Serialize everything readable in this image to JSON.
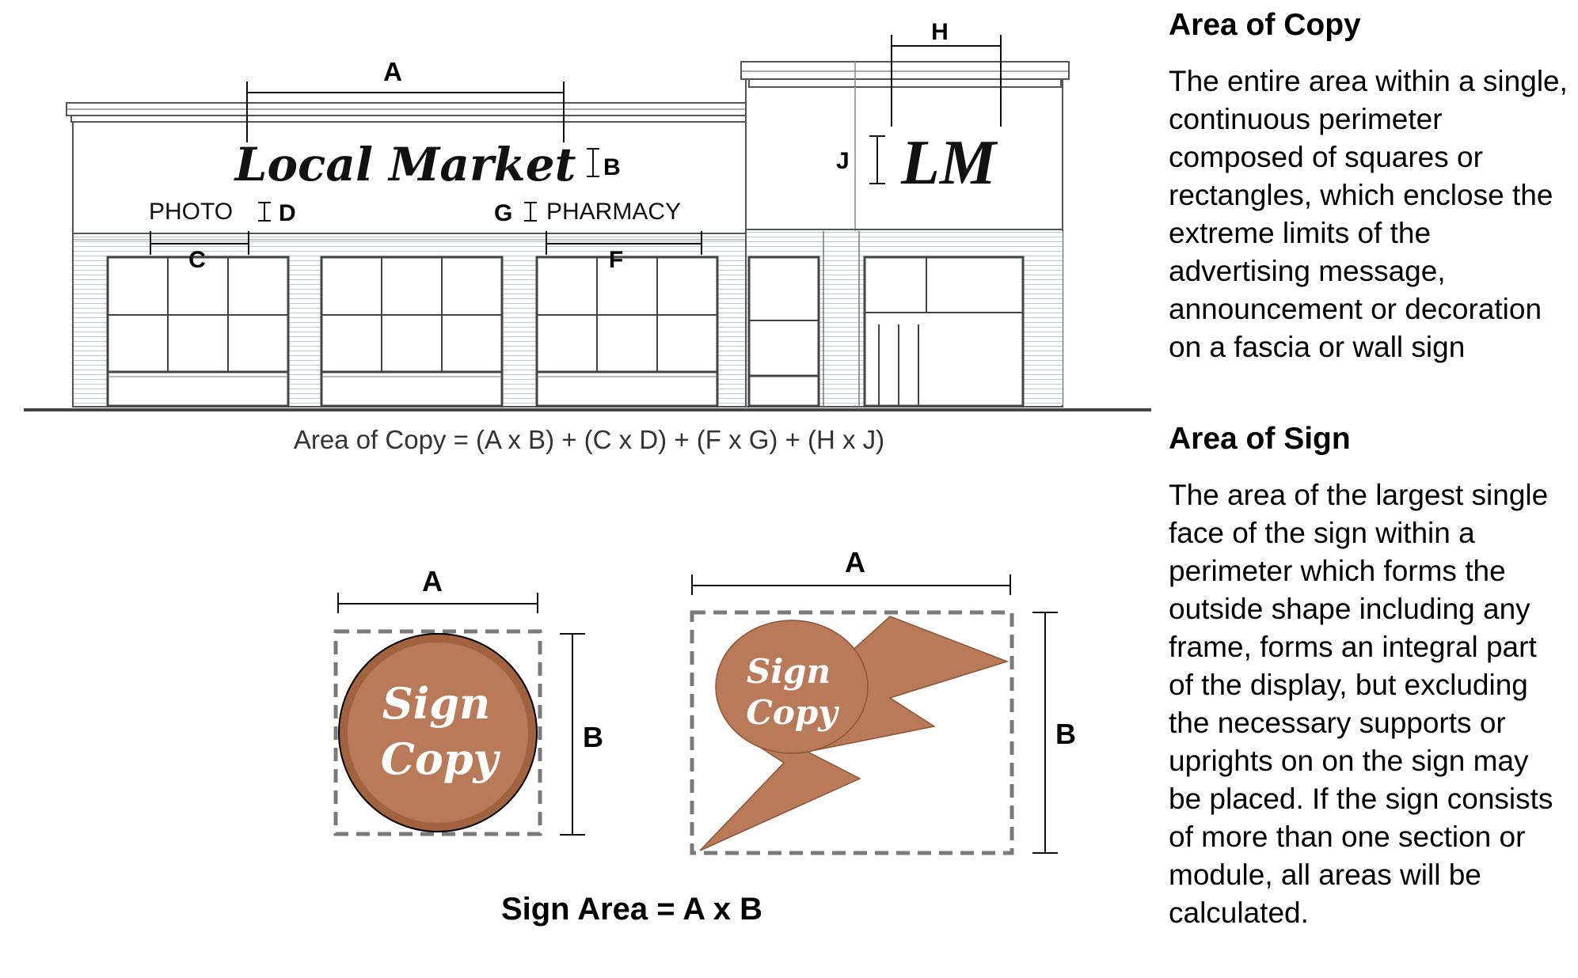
{
  "storefront": {
    "store_name": "Local Market",
    "photo_label": "PHOTO",
    "pharmacy_label": "PHARMACY",
    "monogram": "LM",
    "dims": {
      "a": "A",
      "b": "B",
      "c": "C",
      "d": "D",
      "f": "F",
      "g": "G",
      "h": "H",
      "j": "J"
    },
    "formula": "Area of Copy = (A x B) + (C x D) + (F x G) + (H x J)"
  },
  "signs": {
    "circle_sign": {
      "line1": "Sign",
      "line2": "Copy",
      "dim_a": "A",
      "dim_b": "B"
    },
    "bolt_sign": {
      "line1": "Sign",
      "line2": "Copy",
      "dim_a": "A",
      "dim_b": "B"
    },
    "formula": "Sign Area = A x B",
    "fill_color": "#b87a58",
    "ring_color": "#a1623f",
    "dash_color": "#7a7a7a"
  },
  "definitions": {
    "area_of_copy": {
      "title": "Area of Copy",
      "text": "The entire area within a single, continuous perimeter composed of squares or rectangles, which enclose the extreme limits of the advertising message, announcement or decoration on a fascia or wall sign"
    },
    "area_of_sign": {
      "title": "Area of Sign",
      "text": "The area of the largest single face of the sign within a perimeter which forms the outside shape including any frame, forms an integral part of the display, but excluding the necessary supports or uprights on on the sign may be placed. If the sign consists of more than one section or module, all areas will be calculated."
    }
  }
}
